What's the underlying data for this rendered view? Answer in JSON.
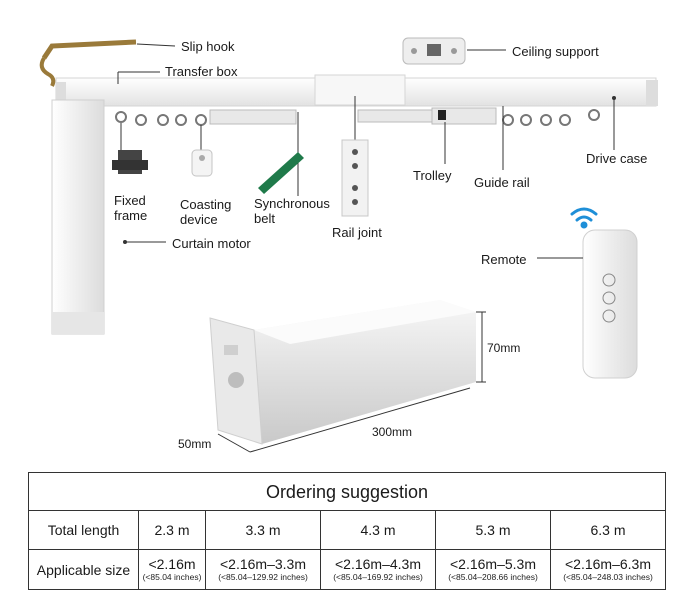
{
  "labels": {
    "slip_hook": "Slip hook",
    "ceiling_support": "Ceiling support",
    "transfer_box": "Transfer box",
    "drive_case": "Drive case",
    "fixed_frame": "Fixed frame",
    "coasting_device": "Coasting device",
    "synchronous_belt": "Synchronous belt",
    "rail_joint": "Rail joint",
    "trolley": "Trolley",
    "guide_rail": "Guide rail",
    "curtain_motor": "Curtain motor",
    "remote": "Remote"
  },
  "dimensions": {
    "height": "70mm",
    "length": "300mm",
    "width": "50mm"
  },
  "ordering": {
    "title": "Ordering suggestion",
    "row1_header": "Total length",
    "row2_header": "Applicable size",
    "columns": [
      {
        "length": "2.3 m",
        "size": "<2.16m",
        "inches": "(<85.04 inches)"
      },
      {
        "length": "3.3 m",
        "size": "<2.16m–3.3m",
        "inches": "(<85.04–129.92 inches)"
      },
      {
        "length": "4.3 m",
        "size": "<2.16m–4.3m",
        "inches": "(<85.04–169.92 inches)"
      },
      {
        "length": "5.3 m",
        "size": "<2.16m–5.3m",
        "inches": "(<85.04–208.66 inches)"
      },
      {
        "length": "6.3 m",
        "size": "<2.16m–6.3m",
        "inches": "(<85.04–248.03 inches)"
      }
    ]
  },
  "colors": {
    "wifi": "#1e8fd8",
    "belt": "#1f7a4a",
    "rail": "#f2f2f2",
    "hook": "#9a7a3a"
  }
}
